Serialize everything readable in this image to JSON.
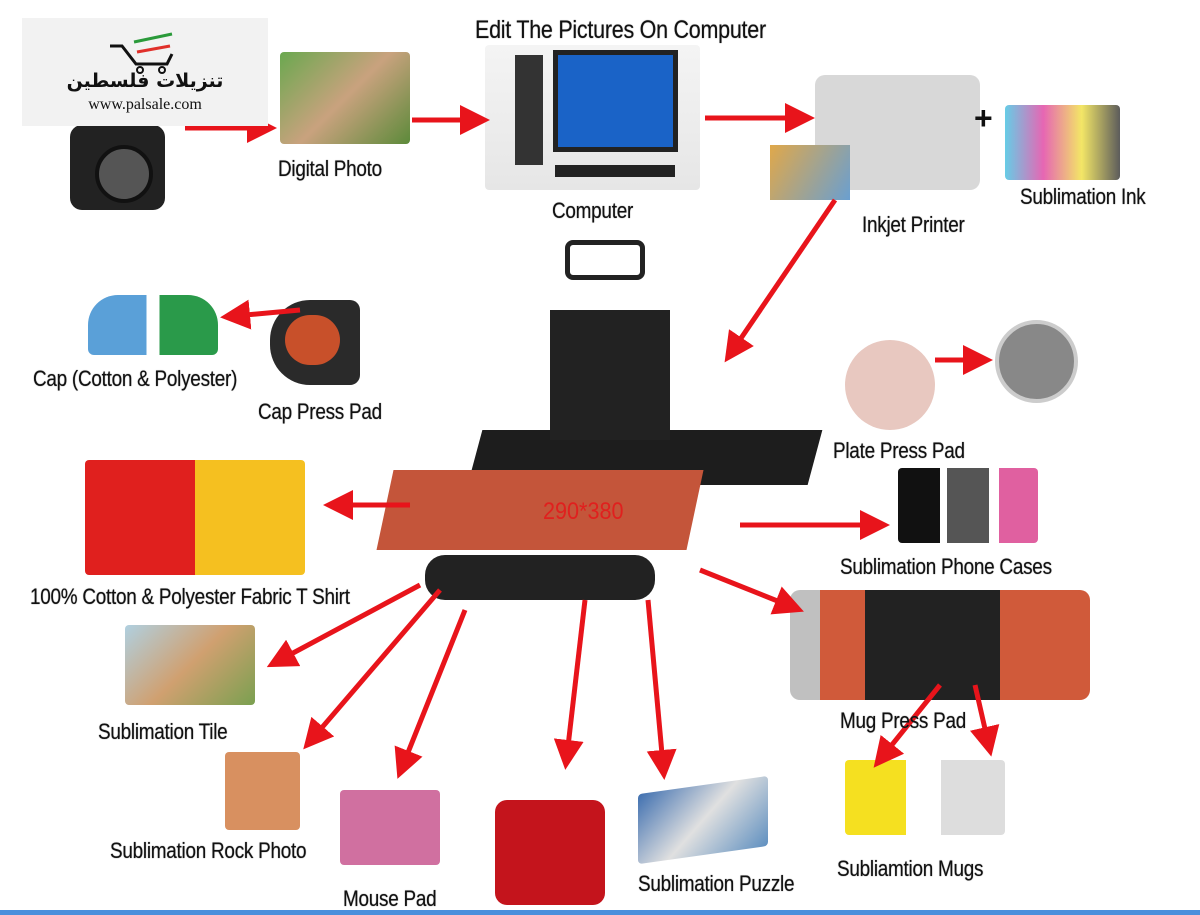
{
  "logo": {
    "arabic_name": "تنزيلات فلسطين",
    "url": "www.palsale.com"
  },
  "title": "Edit The Pictures On Computer",
  "labels": {
    "digital_photo": "Digital Photo",
    "computer": "Computer",
    "inkjet_printer": "Inkjet Printer",
    "plus": "+",
    "sublimation_ink": "Sublimation Ink",
    "cap": "Cap (Cotton & Polyester)",
    "cap_press_pad": "Cap Press Pad",
    "plate_press_pad": "Plate Press Pad",
    "press_size": "290*380",
    "phone_cases": "Sublimation Phone Cases",
    "tshirt": "100% Cotton & Polyester Fabric T Shirt",
    "tile": "Sublimation Tile",
    "mug_press_pad": "Mug Press Pad",
    "rock_photo": "Sublimation Rock Photo",
    "mouse_pad": "Mouse Pad",
    "puzzle": "Sublimation Puzzle",
    "mugs": "Subliamtion Mugs"
  },
  "colors": {
    "arrow": "#e8141b",
    "accent_bar": "#4a8fdc"
  }
}
